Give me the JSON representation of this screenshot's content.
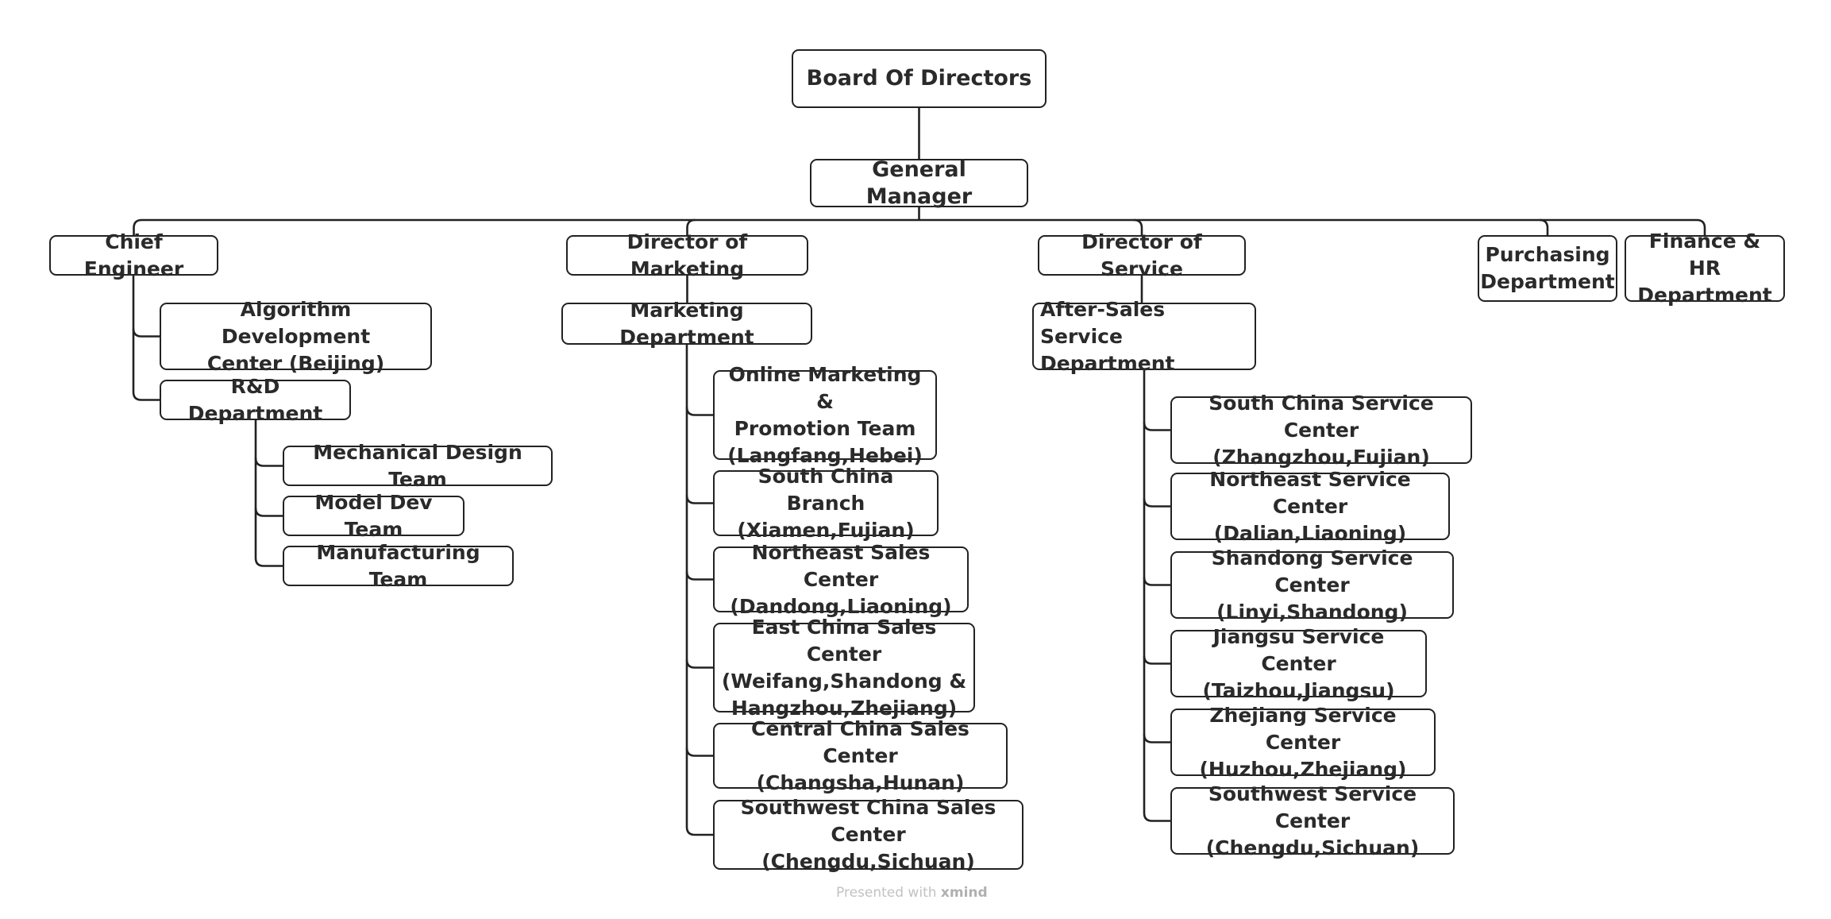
{
  "nodes": {
    "board": "Board Of Directors",
    "gm": "General Manager",
    "chief_engineer": "Chief Engineer",
    "algo_center": "Algorithm Development\nCenter (Beijing)",
    "rnd": "R&D Department",
    "mech_team": "Mechanical Design Team",
    "model_team": "Model Dev Team",
    "mfg_team": "Manufacturing Team",
    "dir_marketing": "Director of Marketing",
    "marketing_dept": "Marketing Department",
    "online_team": "Online Marketing &\nPromotion Team\n(Langfang,Hebei)",
    "south_branch": "South China Branch\n(Xiamen,Fujian)",
    "ne_sales": "Northeast Sales Center\n(Dandong,Liaoning)",
    "east_sales": "East China Sales Center\n(Weifang,Shandong &\nHangzhou,Zhejiang)",
    "central_sales": "Central China Sales Center\n(Changsha,Hunan)",
    "sw_sales": "Southwest China Sales\nCenter  (Chengdu,Sichuan)",
    "dir_service": "Director of Service",
    "after_sales": "After-Sales Service\nDepartment",
    "south_service": "South China Service Center\n(Zhangzhou,Fujian)",
    "ne_service": "Northeast Service Center\n(Dalian,Liaoning)",
    "sd_service": "Shandong Service Center\n(Linyi,Shandong)",
    "js_service": "Jiangsu Service Center\n(Taizhou,Jiangsu)",
    "zj_service": "Zhejiang Service Center\n(Huzhou,Zhejiang)",
    "sw_service": "Southwest Service Center\n(Chengdu,Sichuan)",
    "purchasing": "Purchasing\nDepartment",
    "finance_hr": "Finance & HR\nDepartment"
  },
  "footer": {
    "prefix": "Presented with ",
    "brand": "xmind"
  },
  "colors": {
    "line": "#222222",
    "text": "#2a2a2a",
    "footer": "#c2c2c2"
  }
}
